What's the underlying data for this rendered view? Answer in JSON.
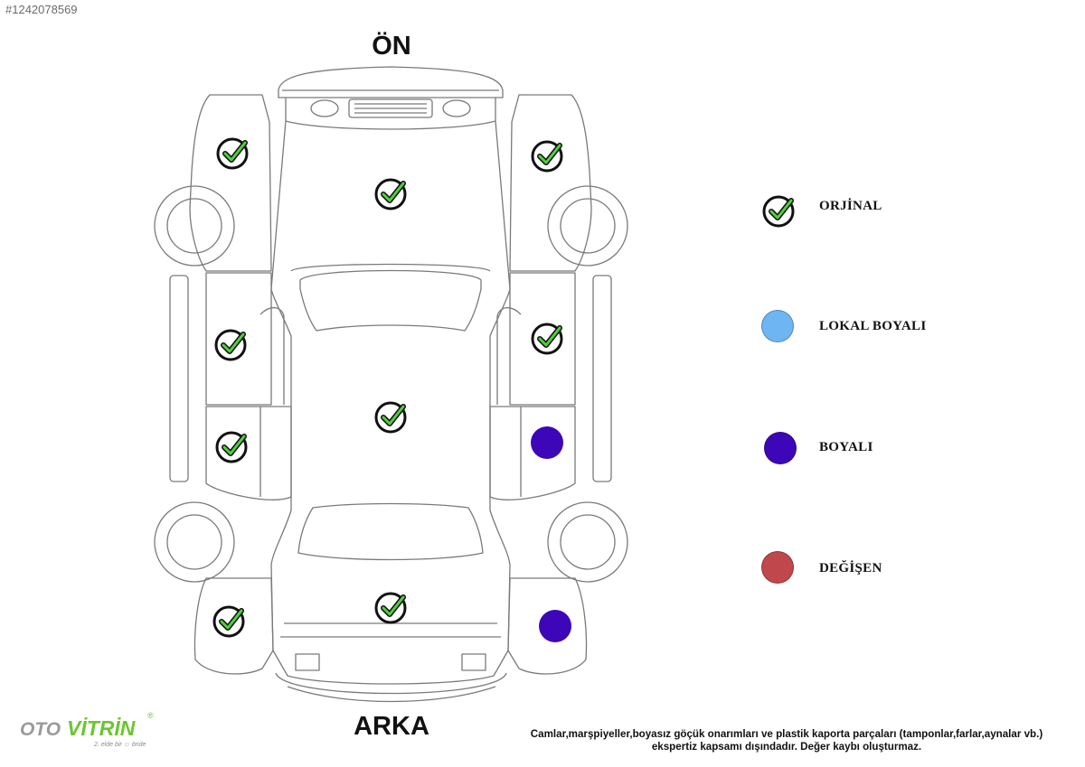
{
  "listing_id": "#1242078569",
  "front_label": "ÖN",
  "rear_label": "ARKA",
  "legend": [
    {
      "label": "ORJİNAL",
      "symbol": "check-icon"
    },
    {
      "label": "LOKAL BOYALI",
      "color": "#6db6f2"
    },
    {
      "label": "BOYALI",
      "color": "#3d06b8"
    },
    {
      "label": "DEĞİŞEN",
      "color": "#c0474b"
    }
  ],
  "parts": [
    {
      "part": "left-front-fender",
      "status": "ORJİNAL"
    },
    {
      "part": "right-front-fender",
      "status": "ORJİNAL"
    },
    {
      "part": "hood",
      "status": "ORJİNAL"
    },
    {
      "part": "left-front-door",
      "status": "ORJİNAL"
    },
    {
      "part": "right-front-door",
      "status": "ORJİNAL"
    },
    {
      "part": "roof",
      "status": "ORJİNAL"
    },
    {
      "part": "left-rear-door",
      "status": "ORJİNAL"
    },
    {
      "part": "right-rear-door",
      "status": "BOYALI"
    },
    {
      "part": "trunk",
      "status": "ORJİNAL"
    },
    {
      "part": "left-rear-fender",
      "status": "ORJİNAL"
    },
    {
      "part": "right-rear-fender",
      "status": "BOYALI"
    }
  ],
  "disclaimer": {
    "line1": "Camlar,marşpiyeller,boyasız göçük onarımları ve plastik kaporta parçaları (tamponlar,farlar,aynalar vb.)",
    "line2": "ekspertiz kapsamı dışındadır. Değer kaybı oluşturmaz."
  },
  "logo": {
    "text_left": "OTO",
    "text_right": "VİTRİN",
    "registered": "®",
    "tagline": "2. elde bir ",
    "tagline_end": " önde",
    "colors": {
      "gray": "#9a9a9a",
      "green": "#6cc531"
    }
  }
}
